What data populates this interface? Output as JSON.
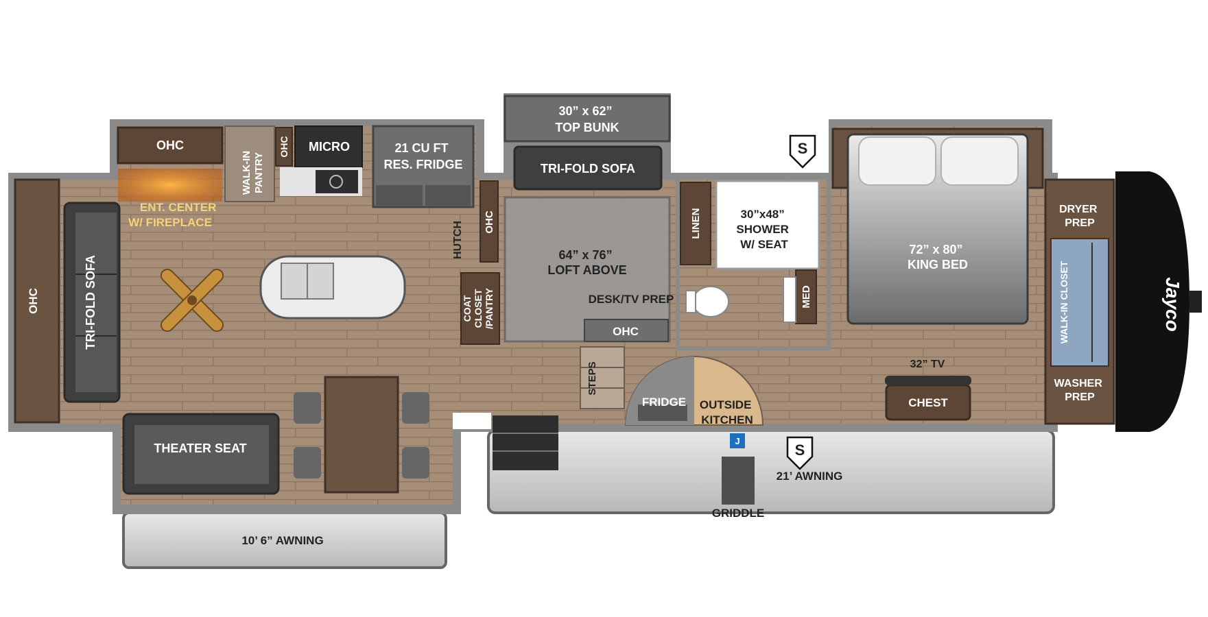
{
  "plan": {
    "labels": {
      "ohc_top": "OHC",
      "walk_in_pantry": "WALK-IN\nPANTRY",
      "ohc_small": "OHC",
      "micro": "MICRO",
      "fridge_21": "21 CU FT\nRES. FRIDGE",
      "top_bunk": "30” x 62”\nTOP BUNK",
      "tri_fold_sofa_top": "TRI-FOLD SOFA",
      "ent_center": "ENT. CENTER\nW/ FIREPLACE",
      "ohc_left": "OHC",
      "tri_fold_sofa_left": "TRI-FOLD SOFA",
      "hutch": "HUTCH",
      "ohc_mid": "OHC",
      "loft": "64” x 76”\nLOFT ABOVE",
      "coat_closet": "COAT\nCLOSET\n/PANTRY",
      "desk_tv": "DESK/TV PREP",
      "ohc_desk": "OHC",
      "linen": "LINEN",
      "shower": "30”x48”\nSHOWER\nW/ SEAT",
      "med": "MED",
      "king_bed": "72” x 80”\nKING BED",
      "dryer_prep": "DRYER\nPREP",
      "walk_in_closet": "WALK-IN CLOSET",
      "washer_prep": "WASHER\nPREP",
      "tv_32": "32” TV",
      "chest": "CHEST",
      "steps": "STEPS",
      "fridge_out": "FRIDGE",
      "outside_kitchen": "OUTSIDE\nKITCHEN",
      "theater_seat": "THEATER SEAT",
      "awning_21": "21’ AWNING",
      "griddle": "GRIDDLE",
      "awning_10": "10’ 6” AWNING",
      "s_marker": "S",
      "j_marker": "J",
      "brand": "Jayco"
    },
    "colors": {
      "floor": "#a08a74",
      "wall": "#7d7d7d",
      "cabinet": "#5e4a3a",
      "sofa": "#4a4a4a",
      "awning": "#cfcfcf"
    }
  }
}
